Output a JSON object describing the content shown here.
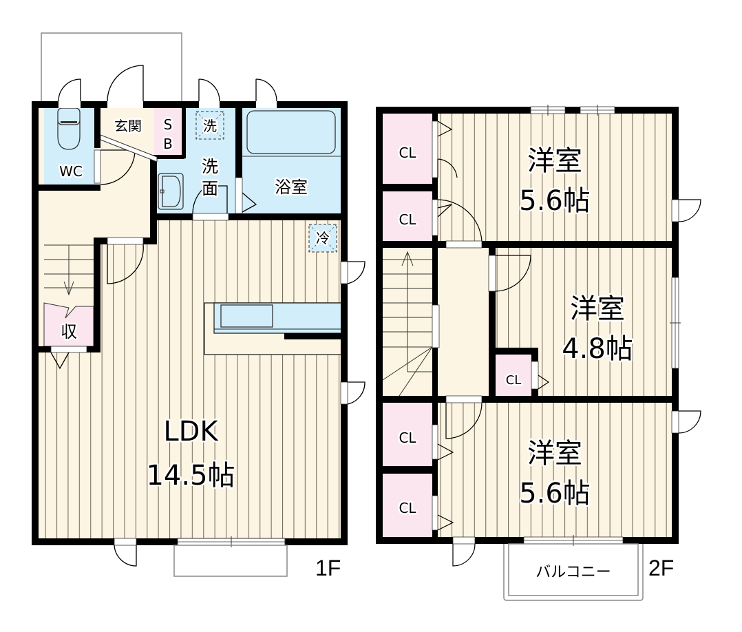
{
  "colors": {
    "wall": "#000000",
    "floor_wood": "#fdf5e3",
    "wood_line": "#7a705f",
    "wet_area": "#d3eefb",
    "storage": "#fbe6ef",
    "entrance": "#fdf5e3",
    "outline": "#888888"
  },
  "floor1": {
    "tag": "1F",
    "rooms": {
      "wc": {
        "label": "WC"
      },
      "genkan": {
        "label": "玄関"
      },
      "shoe_box": {
        "label_top": "S",
        "label_bottom": "B"
      },
      "washer": {
        "label": "洗"
      },
      "washroom": {
        "label_top": "洗",
        "label_bottom": "面"
      },
      "bath": {
        "label": "浴室"
      },
      "fridge": {
        "label": "冷"
      },
      "storage": {
        "label": "収"
      },
      "ldk": {
        "label": "LDK",
        "size": "14.5帖"
      }
    }
  },
  "floor2": {
    "tag": "2F",
    "rooms": {
      "room_north": {
        "label": "洋室",
        "size": "5.6帖"
      },
      "room_middle": {
        "label": "洋室",
        "size": "4.8帖"
      },
      "room_south": {
        "label": "洋室",
        "size": "5.6帖"
      },
      "closet_1": {
        "label": "CL"
      },
      "closet_2": {
        "label": "CL"
      },
      "closet_3": {
        "label": "CL"
      },
      "closet_4": {
        "label": "CL"
      },
      "closet_5": {
        "label": "CL"
      },
      "balcony": {
        "label": "バルコニー"
      }
    }
  }
}
